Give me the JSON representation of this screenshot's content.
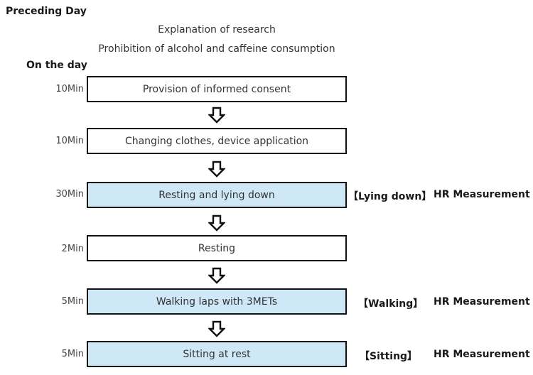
{
  "colors": {
    "highlight": "#cfe8f7",
    "border": "#111111"
  },
  "preceding_day": {
    "title": "Preceding Day",
    "notes": [
      "Explanation of research",
      "Prohibition of alcohol and caffeine consumption"
    ]
  },
  "on_the_day": {
    "title": "On the day",
    "steps": [
      {
        "duration": "10Min",
        "label": "Provision of informed consent",
        "highlighted": false
      },
      {
        "duration": "10Min",
        "label": "Changing clothes, device application",
        "highlighted": false
      },
      {
        "duration": "30Min",
        "label": "Resting and lying down",
        "highlighted": true,
        "condition": "【Lying down】",
        "measurement": "HR Measurement"
      },
      {
        "duration": "2Min",
        "label": "Resting",
        "highlighted": false
      },
      {
        "duration": "5Min",
        "label": "Walking laps with 3METs",
        "highlighted": true,
        "condition": "【Walking】",
        "measurement": "HR Measurement"
      },
      {
        "duration": "5Min",
        "label": "Sitting at rest",
        "highlighted": true,
        "condition": "【Sitting】",
        "measurement": "HR Measurement"
      }
    ],
    "arrow_icon": "down-arrow-icon"
  }
}
